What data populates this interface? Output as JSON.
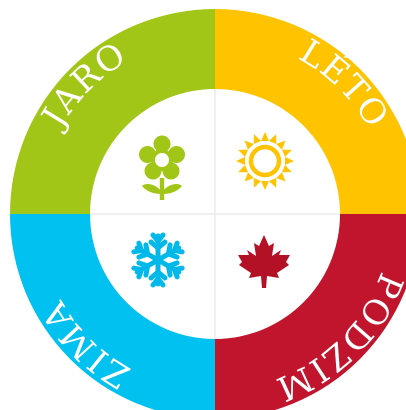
{
  "diagram": {
    "type": "seasons-wheel",
    "colors": {
      "background": "#ffffff",
      "center_disc": "#ffffff",
      "divider": "#e6e6e6"
    },
    "seasons": [
      {
        "key": "spring",
        "label": "JARO",
        "color": "#a2c617",
        "icon": "flower-icon",
        "icon_color": "#a2c617"
      },
      {
        "key": "summer",
        "label": "LÉTO",
        "color": "#ffc300",
        "icon": "sun-icon",
        "icon_color": "#ffc300"
      },
      {
        "key": "autumn",
        "label": "PODZIM",
        "color": "#c0152c",
        "icon": "maple-leaf-icon",
        "icon_color": "#b31226"
      },
      {
        "key": "winter",
        "label": "ZIMA",
        "color": "#00c1ef",
        "icon": "snowflake-icon",
        "icon_color": "#00b9ea"
      }
    ]
  }
}
